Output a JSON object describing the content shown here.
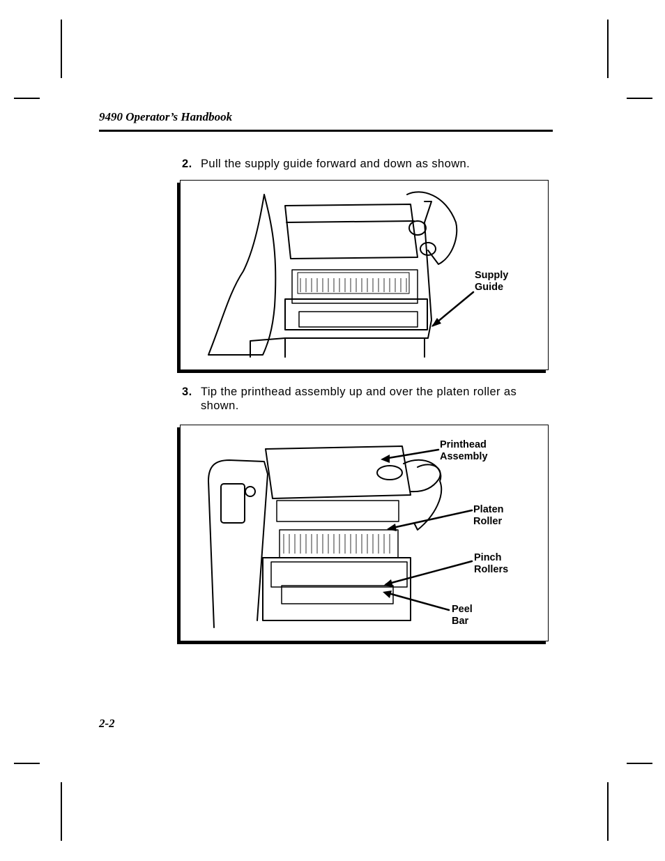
{
  "header": {
    "title": "9490 Operator’s Handbook"
  },
  "steps": [
    {
      "number": "2.",
      "text": "Pull the supply guide forward and down as shown."
    },
    {
      "number": "3.",
      "text": "Tip the printhead assembly up and over the platen roller as shown."
    }
  ],
  "figure1": {
    "callouts": [
      {
        "line1": "Supply",
        "line2": "Guide"
      }
    ]
  },
  "figure2": {
    "callouts": [
      {
        "line1": "Printhead",
        "line2": "Assembly"
      },
      {
        "line1": "Platen",
        "line2": "Roller"
      },
      {
        "line1": "Pinch",
        "line2": "Rollers"
      },
      {
        "line1": "Peel",
        "line2": "Bar"
      }
    ]
  },
  "footer": {
    "page_number": "2-2"
  }
}
